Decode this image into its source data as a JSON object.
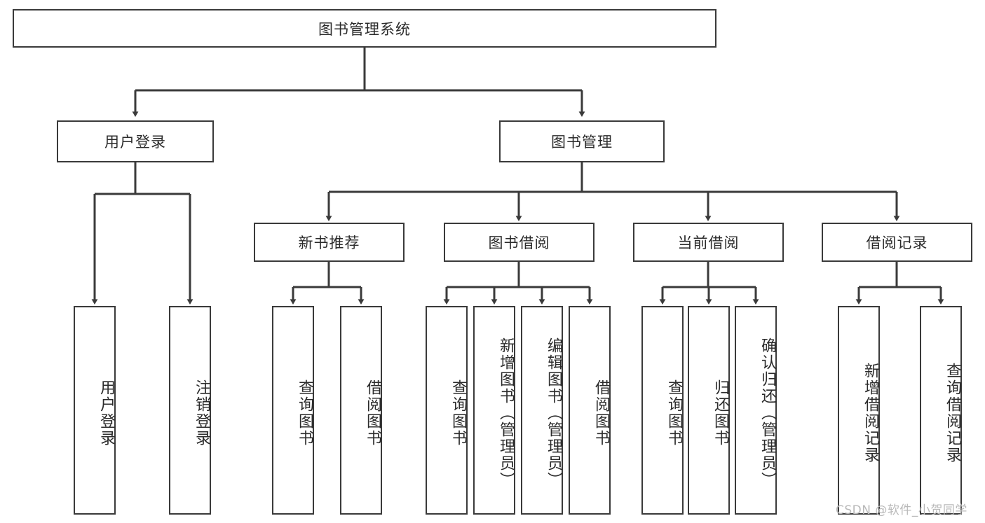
{
  "diagram": {
    "title": "图书管理系统",
    "watermark": "CSDN @软件_小贺同学",
    "colors": {
      "stroke": "#3a3a3a",
      "fill": "#ffffff",
      "text": "#2b2b2b",
      "watermark": "#b9b9b9"
    },
    "nodes": {
      "root": "图书管理系统",
      "user_login": "用户登录",
      "book_manage": "图书管理",
      "new_book_rec": "新书推荐",
      "book_borrow": "图书借阅",
      "current_borrow": "当前借阅",
      "borrow_record": "借阅记录",
      "leaf_user_login": "用户登录",
      "leaf_logout": "注销登录",
      "leaf_query_book_1": "查询图书",
      "leaf_borrow_book_1": "借阅图书",
      "leaf_query_book_2": "查询图书",
      "leaf_add_book": "新增图书（管理员）",
      "leaf_edit_book": "编辑图书（管理员）",
      "leaf_borrow_book_2": "借阅图书",
      "leaf_query_book_3": "查询图书",
      "leaf_return_book": "归还图书",
      "leaf_confirm_return": "确认归还（管理员）",
      "leaf_add_record": "新增借阅记录",
      "leaf_query_record": "查询借阅记录"
    }
  }
}
